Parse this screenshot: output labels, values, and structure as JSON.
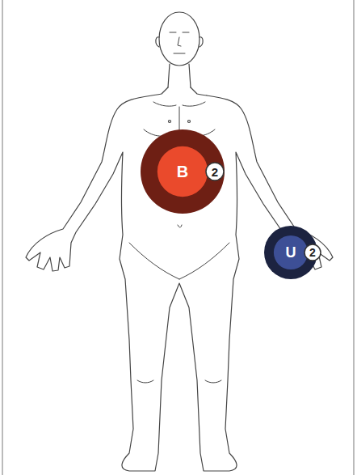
{
  "diagram": {
    "nodes": [
      {
        "text": [
          "B"
        ]
      },
      {
        "text": [
          "2"
        ]
      },
      {
        "text": [
          "U"
        ]
      },
      {
        "text": [
          "2"
        ]
      }
    ]
  }
}
